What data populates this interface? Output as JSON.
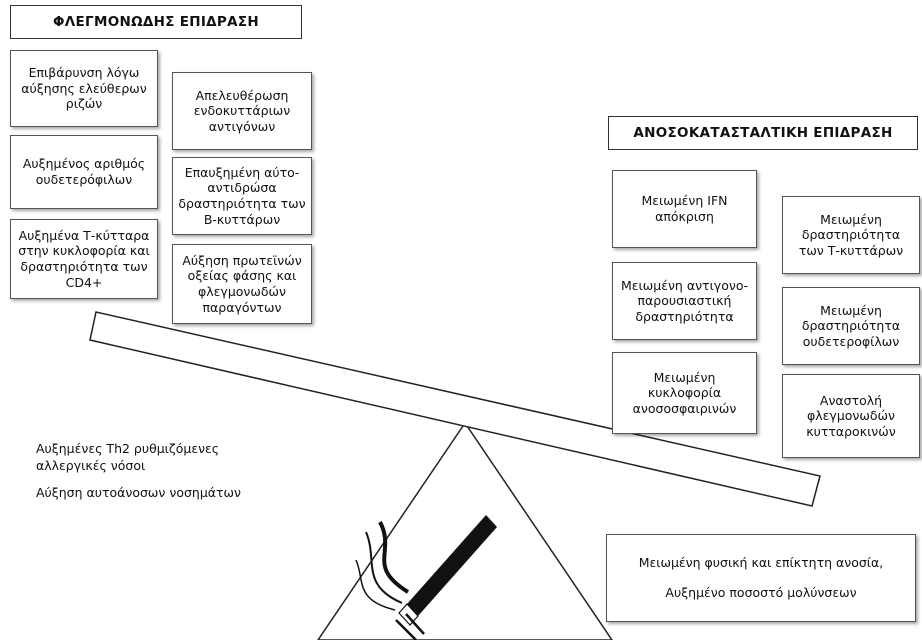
{
  "left": {
    "title": "ΦΛΕΓΜΟΝΩΔΗΣ ΕΠΙΔΡΑΣΗ",
    "col1": [
      "Επιβάρυνση λόγω αύξησης ελεύθερων ριζών",
      "Αυξημένος αριθμός ουδετερόφιλων",
      "Αυξημένα Τ-κύτταρα στην κυκλοφορία και δραστηριότητα των CD4+"
    ],
    "col2": [
      "Απελευθέρωση ενδοκυττάριων αντιγόνων",
      "Επαυξημένη αύτο-αντιδρώσα δραστηριότητα των Β-κυττάρων",
      "Αύξηση πρωτεϊνών οξείας φάσης και φλεγμονωδών παραγόντων"
    ],
    "bottom": [
      "Αυξημένες Th2 ρυθμιζόμενες αλλεργικές νόσοι",
      "Αύξηση αυτοάνοσων νοσημάτων"
    ]
  },
  "right": {
    "title": "ΑΝΟΣΟΚΑΤΑΣΤΑΛΤΙΚΗ ΕΠΙΔΡΑΣΗ",
    "col1": [
      "Μειωμένη IFN απόκριση",
      "Μειωμένη αντιγονο-παρουσιαστική δραστηριότητα",
      "Μειωμένη κυκλοφορία ανοσοσφαιρινών"
    ],
    "col2": [
      "Μειωμένη δραστηριότητα των Τ-κυττάρων",
      "Μειωμένη δραστηριότητα ουδετεροφίλων",
      "Αναστολή φλεγμονωδών κυτταροκινών"
    ],
    "bottom": [
      "Μειωμένη φυσική και επίκτητη ανοσία,",
      "Αυξημένο ποσοστό μολύνσεων"
    ]
  }
}
